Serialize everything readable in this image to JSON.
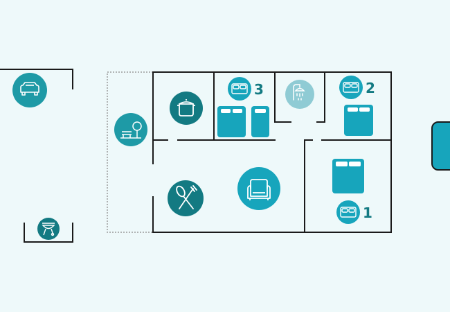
{
  "colors": {
    "background": "#eef9fa",
    "wall": "#1a1a1a",
    "dotted": "#9a9a9a",
    "teal_dark": "#137a82",
    "teal_mid": "#1e9aa6",
    "teal_bright": "#17a5bc",
    "teal_light": "#8fcbd4",
    "white": "#ffffff"
  },
  "rooms": [
    {
      "name": "bedroom-3",
      "number": "3",
      "icons": [
        "double-bed-icon",
        "single-bed-icon"
      ]
    },
    {
      "name": "bedroom-2",
      "number": "2",
      "icons": [
        "double-bed-icon"
      ]
    },
    {
      "name": "bedroom-1",
      "number": "1",
      "icons": [
        "double-bed-icon"
      ]
    },
    {
      "name": "kitchen",
      "icons": [
        "cooking-pot-icon"
      ]
    },
    {
      "name": "dining",
      "icons": [
        "cutlery-icon"
      ]
    },
    {
      "name": "living-room",
      "icons": [
        "armchair-icon"
      ]
    },
    {
      "name": "bathroom",
      "icons": [
        "shower-icon"
      ]
    },
    {
      "name": "garden",
      "icons": [
        "garden-bench-icon"
      ]
    },
    {
      "name": "parking",
      "icons": [
        "car-icon"
      ]
    },
    {
      "name": "barbecue",
      "icons": [
        "grill-icon"
      ]
    }
  ]
}
